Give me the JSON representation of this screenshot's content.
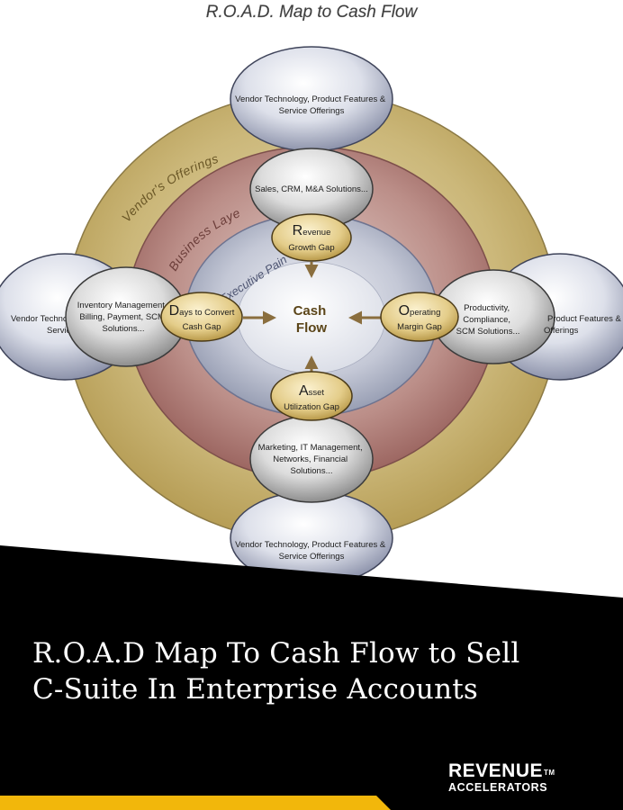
{
  "diagram": {
    "title": "R.O.A.D. Map to Cash Flow",
    "ring_labels": {
      "vendor": "Vendor's Offerings",
      "business": "Business Layer",
      "executive": "Executive Pain"
    },
    "center": {
      "line1": "Cash",
      "line2": "Flow"
    },
    "outer_top": [
      "Vendor Technology, Product Features &",
      "Service Offerings"
    ],
    "outer_bottom": [
      "Vendor Technology, Product Features &",
      "Service Offerings"
    ],
    "outer_left": [
      "Vendor Technology",
      "Service"
    ],
    "outer_right": [
      "Product Features &",
      "Offerings"
    ],
    "business_top": [
      "Sales, CRM, M&A Solutions..."
    ],
    "business_bottom": [
      "Marketing, IT Management,",
      "Networks, Financial",
      "Solutions..."
    ],
    "business_left": [
      "Inventory Management,",
      "Billing, Payment, SCM",
      "Solutions..."
    ],
    "business_right": [
      "Productivity,",
      "Compliance,",
      "SCM Solutions..."
    ],
    "gaps": {
      "revenue": {
        "initial": "R",
        "rest": "evenue",
        "line2": "Growth Gap"
      },
      "days": {
        "initial": "D",
        "rest": "ays to Convert",
        "line2": "Cash Gap"
      },
      "operating": {
        "initial": "O",
        "rest": "perating",
        "line2": "Margin Gap"
      },
      "asset": {
        "initial": "A",
        "rest": "sset",
        "line2": "Utilization Gap"
      }
    },
    "colors": {
      "vendor_ring": "#c9b678",
      "business_ring": "#b88a85",
      "executive_ring": "#aeb4c6",
      "gap_fill": "#e4cd8a",
      "arrow": "#8a6e3e",
      "banner": "#000000",
      "accent_bar": "#f2b70b"
    }
  },
  "banner": {
    "line1": "R.O.A.D Map To Cash Flow to Sell",
    "line2": "C-Suite In Enterprise Accounts"
  },
  "logo": {
    "main": "REVENUE",
    "tm": "TM",
    "sub": "ACCELERATORS"
  }
}
